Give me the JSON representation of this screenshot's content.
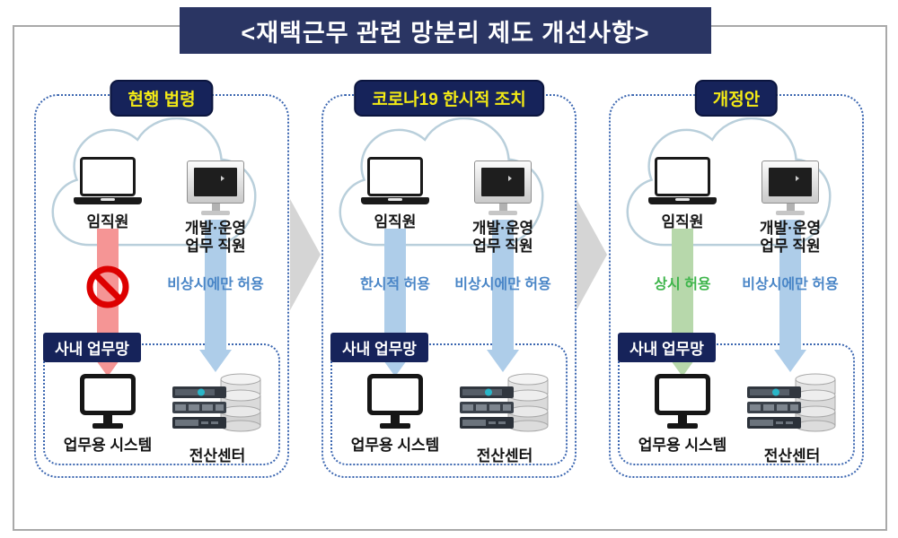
{
  "title": "<재택근무 관련 망분리 제도 개선사항>",
  "panels": [
    {
      "header": "현행 법령",
      "employee_label": "임직원",
      "devops_label_line1": "개발·운영",
      "devops_label_line2": "업무 직원",
      "left_arrow_status": "prohibited",
      "left_arrow_label": "",
      "right_arrow_label": "비상시에만 허용",
      "network_label": "사내 업무망",
      "system_left_label": "업무용 시스템",
      "system_right_label": "전산센터"
    },
    {
      "header": "코로나19 한시적 조치",
      "employee_label": "임직원",
      "devops_label_line1": "개발·운영",
      "devops_label_line2": "업무 직원",
      "left_arrow_status": "allowed-temporary",
      "left_arrow_label": "한시적 허용",
      "right_arrow_label": "비상시에만 허용",
      "network_label": "사내 업무망",
      "system_left_label": "업무용 시스템",
      "system_right_label": "전산센터"
    },
    {
      "header": "개정안",
      "employee_label": "임직원",
      "devops_label_line1": "개발·운영",
      "devops_label_line2": "업무 직원",
      "left_arrow_status": "allowed-always",
      "left_arrow_label": "상시 허용",
      "right_arrow_label": "비상시에만 허용",
      "network_label": "사내 업무망",
      "system_left_label": "업무용 시스템",
      "system_right_label": "전산센터"
    }
  ],
  "colors": {
    "title_navy": "#2a3563",
    "header_navy": "#16235a",
    "header_yellow": "#f3ea15",
    "panel_border_blue": "#3b66b0",
    "arrow_red": "#f59595",
    "arrow_blue": "#aecde9",
    "arrow_green": "#b7d8ab",
    "label_blue": "#4a86c7",
    "label_green": "#3eb54b",
    "prohibit_red": "#dd0000",
    "chevron_gray": "#d5d5d5",
    "cloud_stroke": "#b9cfdb"
  },
  "icons": {
    "employee": "laptop-icon",
    "devops": "monitor-icon",
    "office_system": "desktop-icon",
    "datacenter": "server-database-icon",
    "prohibition": "prohibition-icon",
    "transition": "chevron-right-icon"
  }
}
